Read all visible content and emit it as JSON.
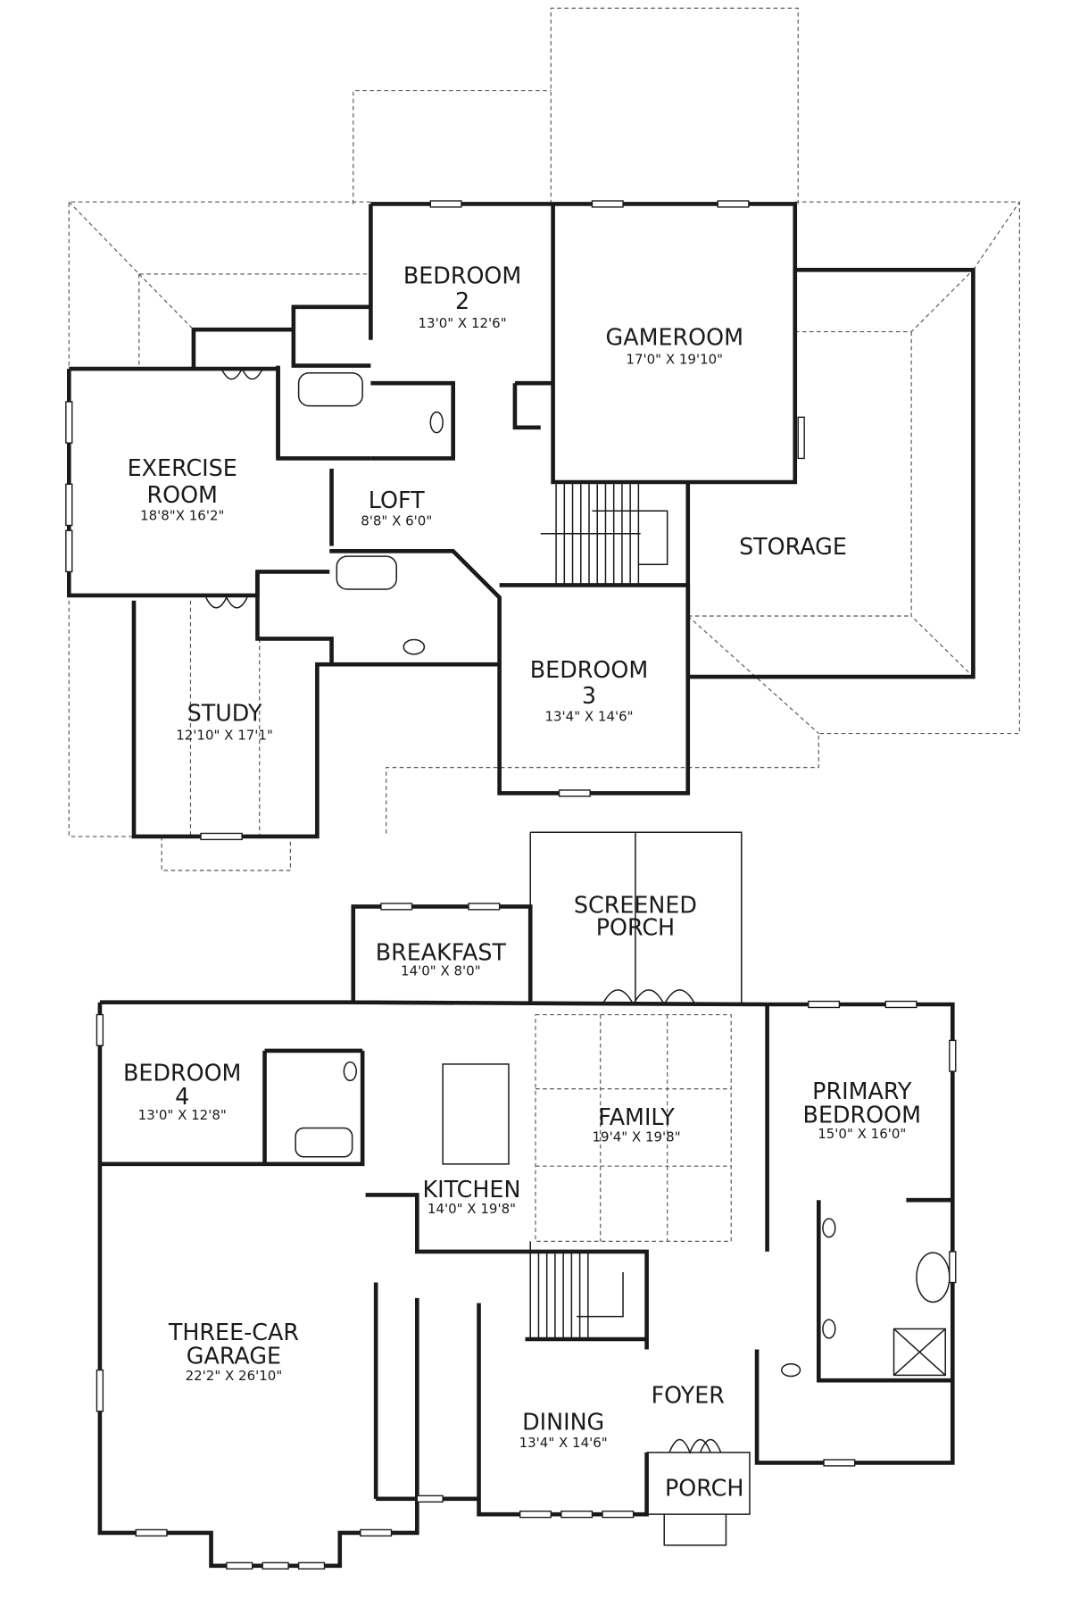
{
  "upper_floor": {
    "bedroom2": {
      "name": "BEDROOM",
      "num": "2",
      "dims": "13'0\" X 12'6\""
    },
    "gameroom": {
      "name": "GAMEROOM",
      "dims": "17'0\" X 19'10\""
    },
    "exercise": {
      "name1": "EXERCISE",
      "name2": "ROOM",
      "dims": "18'8\"X 16'2\""
    },
    "loft": {
      "name": "LOFT",
      "dims": "8'8\" X 6'0\""
    },
    "storage": {
      "name": "STORAGE"
    },
    "bedroom3": {
      "name": "BEDROOM",
      "num": "3",
      "dims": "13'4\" X 14'6\""
    },
    "study": {
      "name": "STUDY",
      "dims": "12'10\" X 17'1\""
    }
  },
  "main_floor": {
    "screened_porch": {
      "name1": "SCREENED",
      "name2": "PORCH"
    },
    "breakfast": {
      "name": "BREAKFAST",
      "dims": "14'0\" X 8'0\""
    },
    "bedroom4": {
      "name": "BEDROOM",
      "num": "4",
      "dims": "13'0\" X 12'8\""
    },
    "family": {
      "name": "FAMILY",
      "dims": "19'4\" X 19'8\""
    },
    "primary": {
      "name1": "PRIMARY",
      "name2": "BEDROOM",
      "dims": "15'0\" X 16'0\""
    },
    "kitchen": {
      "name": "KITCHEN",
      "dims": "14'0\" X 19'8\""
    },
    "garage": {
      "name1": "THREE-CAR",
      "name2": "GARAGE",
      "dims": "22'2\" X 26'10\""
    },
    "foyer": {
      "name": "FOYER"
    },
    "dining": {
      "name": "DINING",
      "dims": "13'4\" X 14'6\""
    },
    "porch": {
      "name": "PORCH"
    }
  }
}
